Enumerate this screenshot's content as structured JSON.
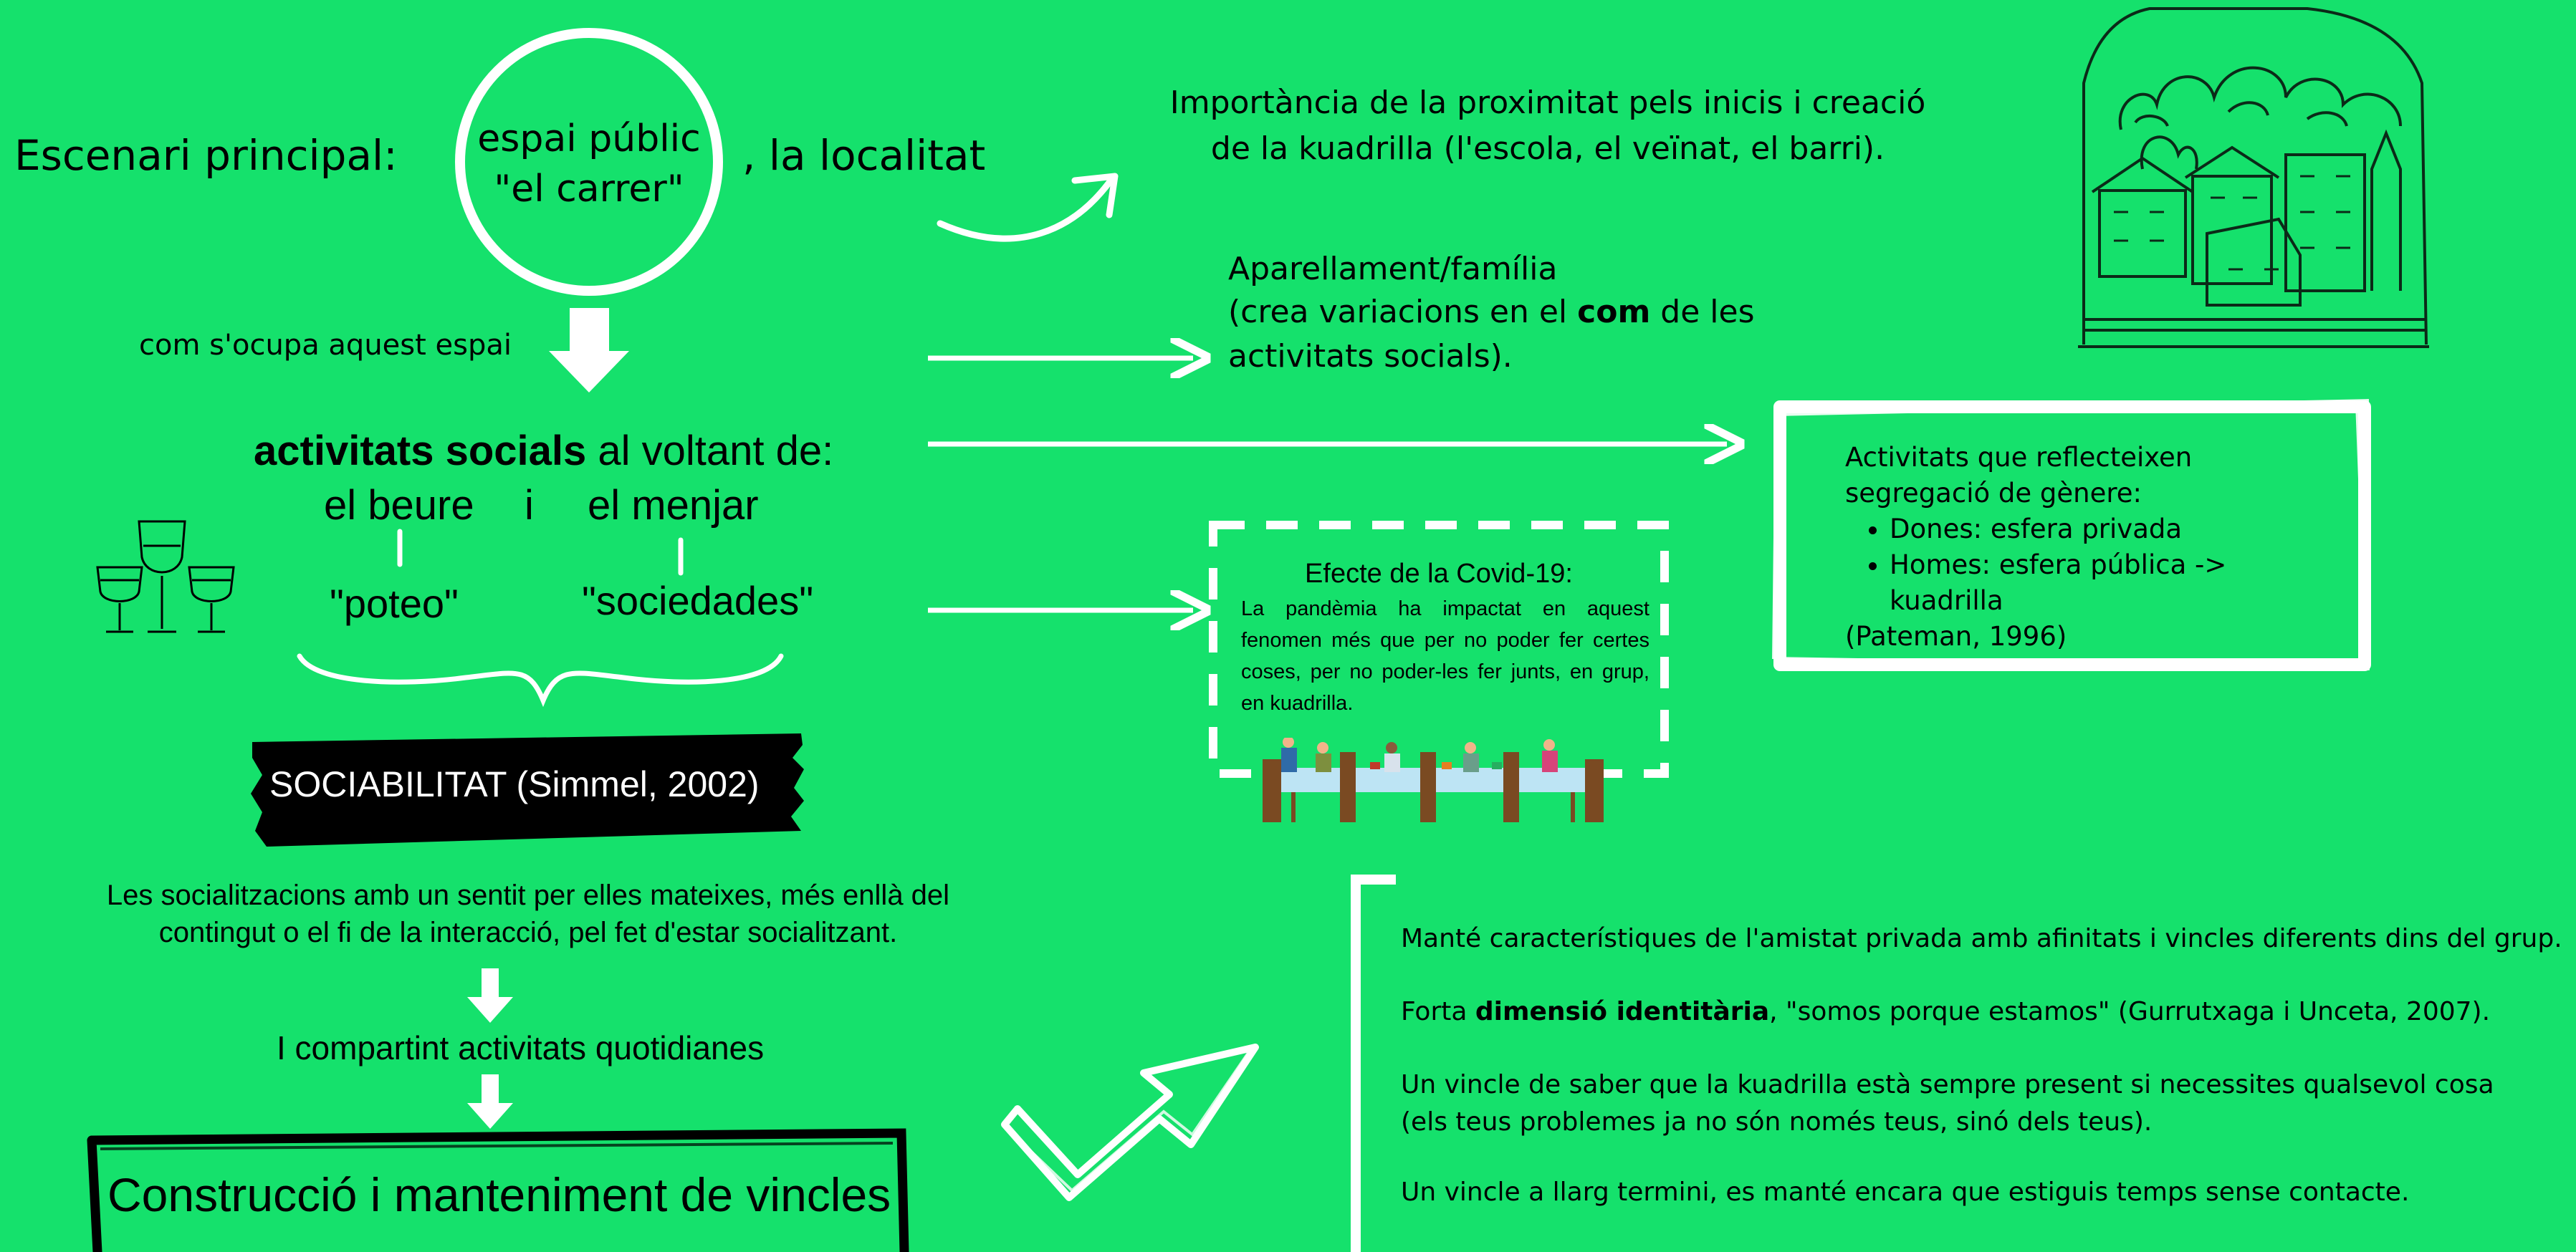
{
  "colors": {
    "background": "#15e16c",
    "line": "#ffffff",
    "text": "#000000",
    "banner": "#000000"
  },
  "left": {
    "escenari_label": "Escenari principal:",
    "circle_line1": "espai públic",
    "circle_line2": "\"el carrer\"",
    "localitat": ", la localitat",
    "com_ocupa": "com s'ocupa aquest espai",
    "activitats_bold": "activitats socials",
    "activitats_rest": " al voltant de:",
    "beure": "el beure",
    "conj": "i",
    "menjar": "el menjar",
    "poteo": "\"poteo\"",
    "sociedades": "\"sociedades\"",
    "sociabilitat": "SOCIABILITAT (Simmel,  2002)",
    "socialitzacions_line1": "Les socialitzacions amb un sentit per elles mateixes, més enllà del",
    "socialitzacions_line2": "contingut o el fi de la interacció, pel fet d'estar socialitzant.",
    "compartint": "I compartint activitats quotidianes",
    "construccio": "Construcció i manteniment de vincles",
    "glasses_icon": "wine-glasses-icon"
  },
  "right": {
    "importancia_line1": "Importància de la proximitat pels inicis i creació",
    "importancia_line2": "de la kuadrilla (l'escola, el veïnat, el barri).",
    "aparellament_line1": "Aparellament/família",
    "aparellament_line2a": "(crea variacions en el ",
    "aparellament_line2b": "com",
    "aparellament_line2c": " de les",
    "aparellament_line3": "activitats socials).",
    "town_icon": "town-sketch-icon",
    "covid_title": "Efecte de la Covid-19:",
    "covid_body": "La pandèmia ha impactat en aquest fenomen més que per no poder fer certes coses, per no poder-les fer junts, en grup, en kuadrilla.",
    "dining_icon": "dining-table-people-icon",
    "genere_line1": "Activitats que reflecteixen",
    "genere_line2": "segregació de gènere:",
    "genere_items": [
      "Dones: esfera privada",
      "Homes: esfera pública -> kuadrilla"
    ],
    "genere_ref": "(Pateman, 1996)",
    "bottom_p1": "Manté característiques de l'amistat privada amb afinitats i vincles diferents dins del grup.",
    "bottom_p2a": "Forta ",
    "bottom_p2b": "dimensió identitària",
    "bottom_p2c": ", \"somos porque estamos\" (Gurrutxaga i Unceta, 2007).",
    "bottom_p3_line1": "Un vincle de saber que la kuadrilla està sempre present si necessites qualsevol cosa",
    "bottom_p3_line2": "(els teus problemes ja no són només teus, sinó dels teus).",
    "bottom_p4": "Un vincle a llarg termini, es manté encara que estiguis temps sense contacte."
  }
}
